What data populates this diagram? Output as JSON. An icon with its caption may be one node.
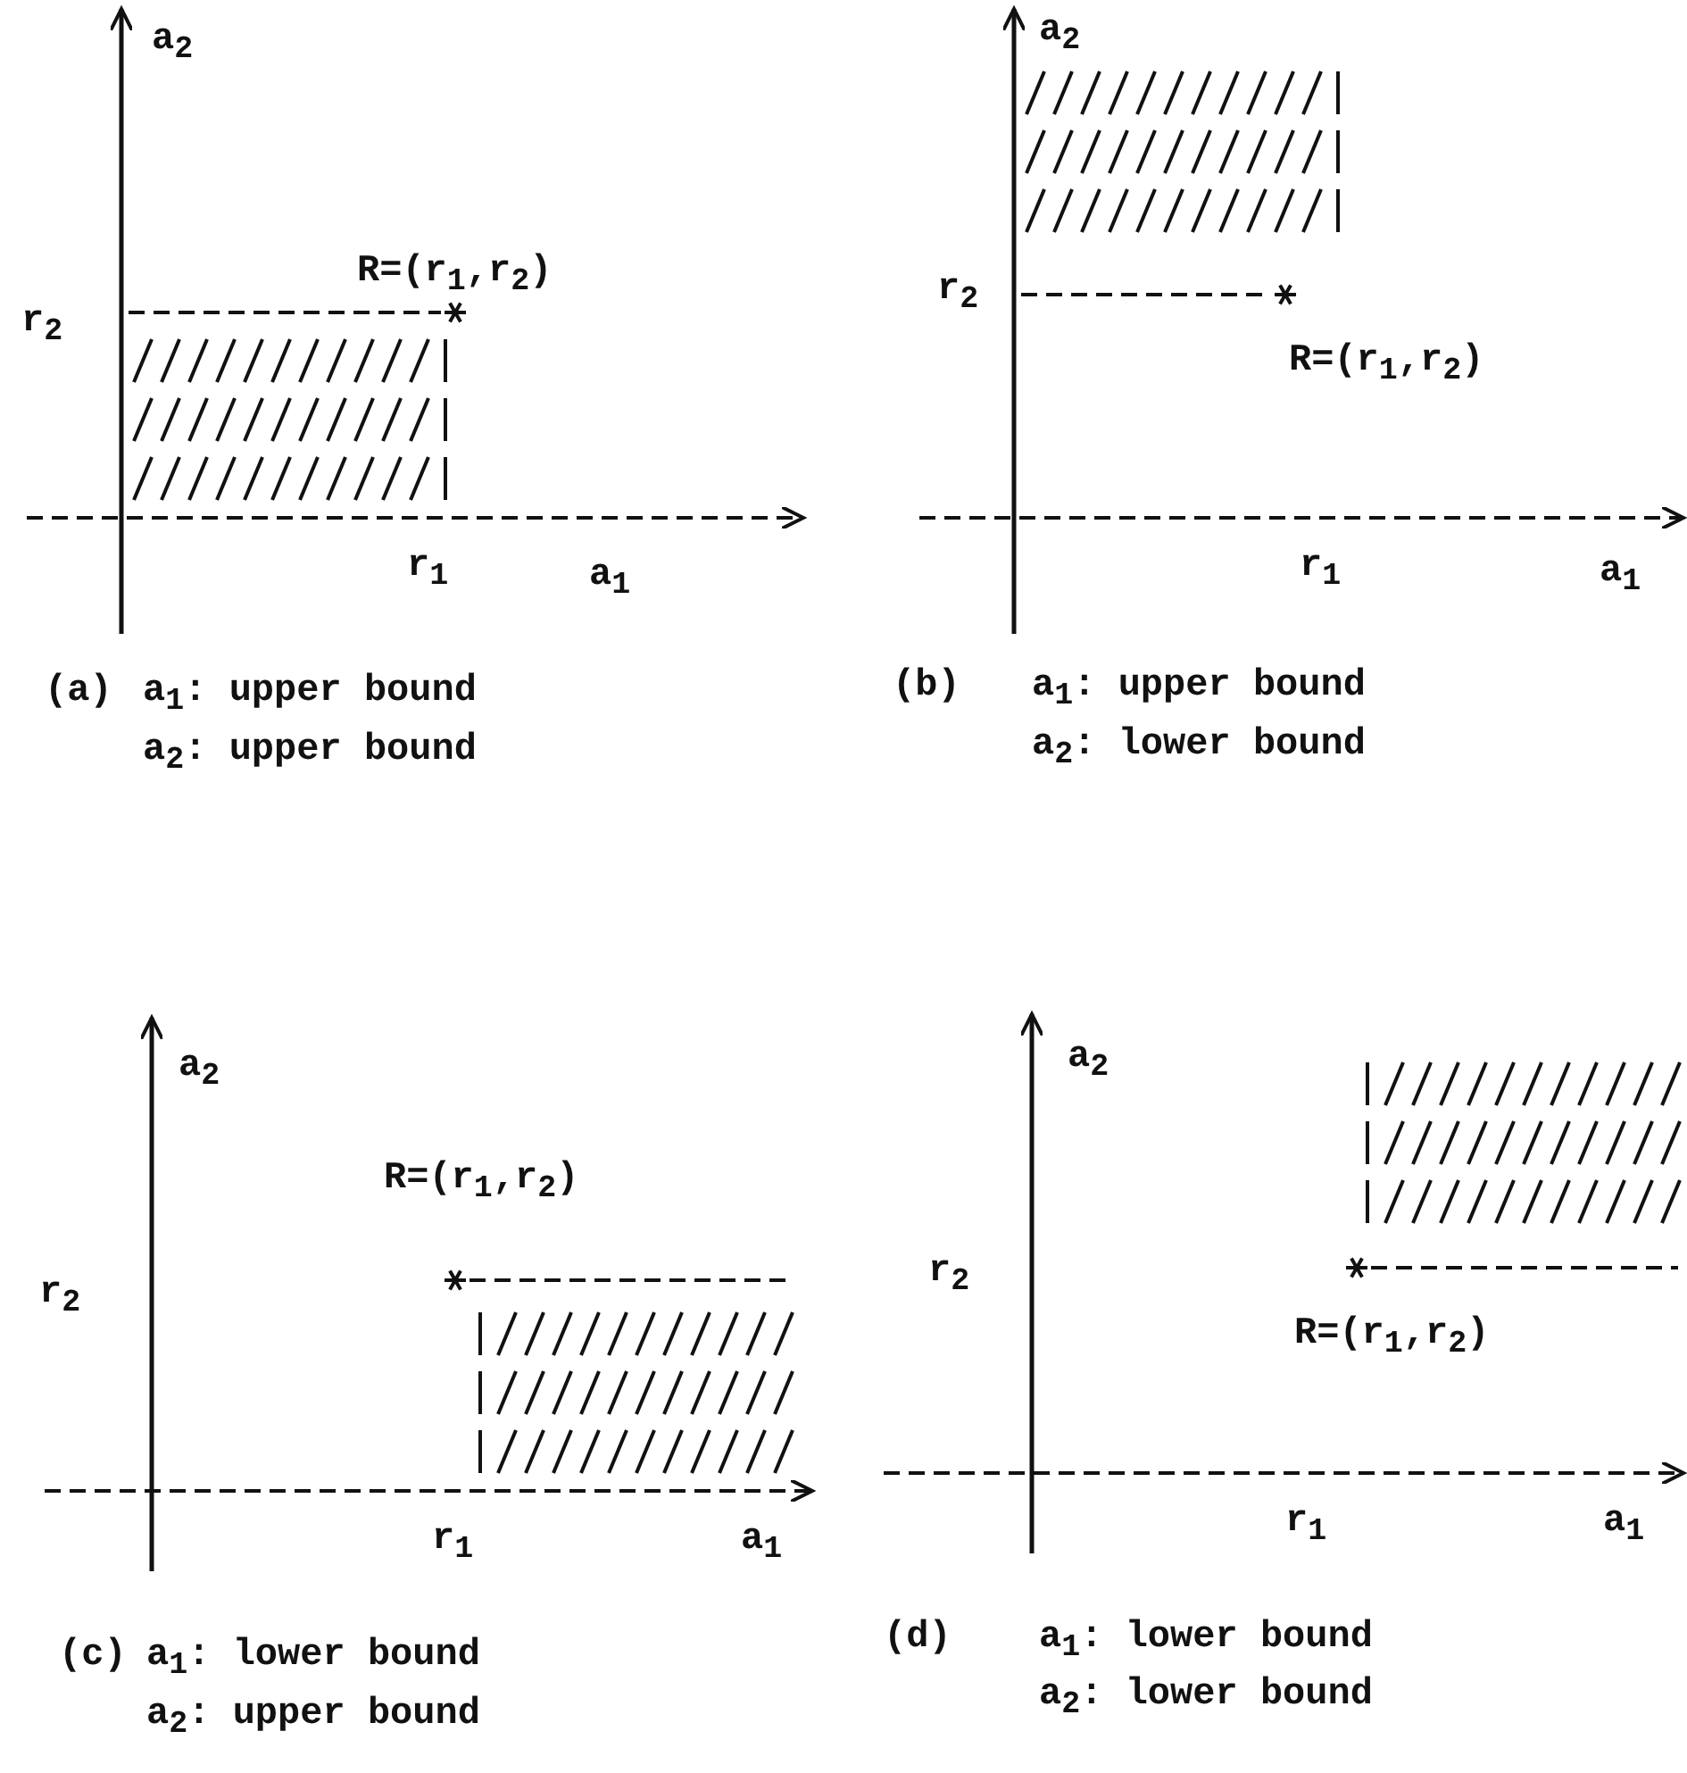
{
  "diagram": {
    "labels": [
      "a$_{2}$",
      "R=(r$_{1}$,r$_{2}$)",
      "r$_{2}$",
      "r$_{1}$",
      "a$_{1}$",
      "(a)",
      "a$_{1}$: upper bound",
      "a$_{2}$: upper bound",
      "a$_{2}$",
      "R=(r$_{1}$,r$_{2}$)",
      "r$_{2}$",
      "r$_{1}$",
      "a$_{1}$",
      "(b)",
      "a$_{1}$: upper bound",
      "a$_{2}$: lower bound",
      "a$_{2}$",
      "R=(r$_{1}$,r$_{2}$)",
      "r$_{2}$",
      "r$_{1}$",
      "a$_{1}$",
      "(c)",
      "a$_{1}$: lower bound",
      "a$_{2}$: upper bound",
      "a$_{2}$",
      "R=(r$_{1}$,r$_{2}$)",
      "r$_{2}$",
      "r$_{1}$",
      "a$_{1}$",
      "(d)",
      "a$_{1}$: lower bound",
      "a$_{2}$: lower bound"
    ]
  }
}
